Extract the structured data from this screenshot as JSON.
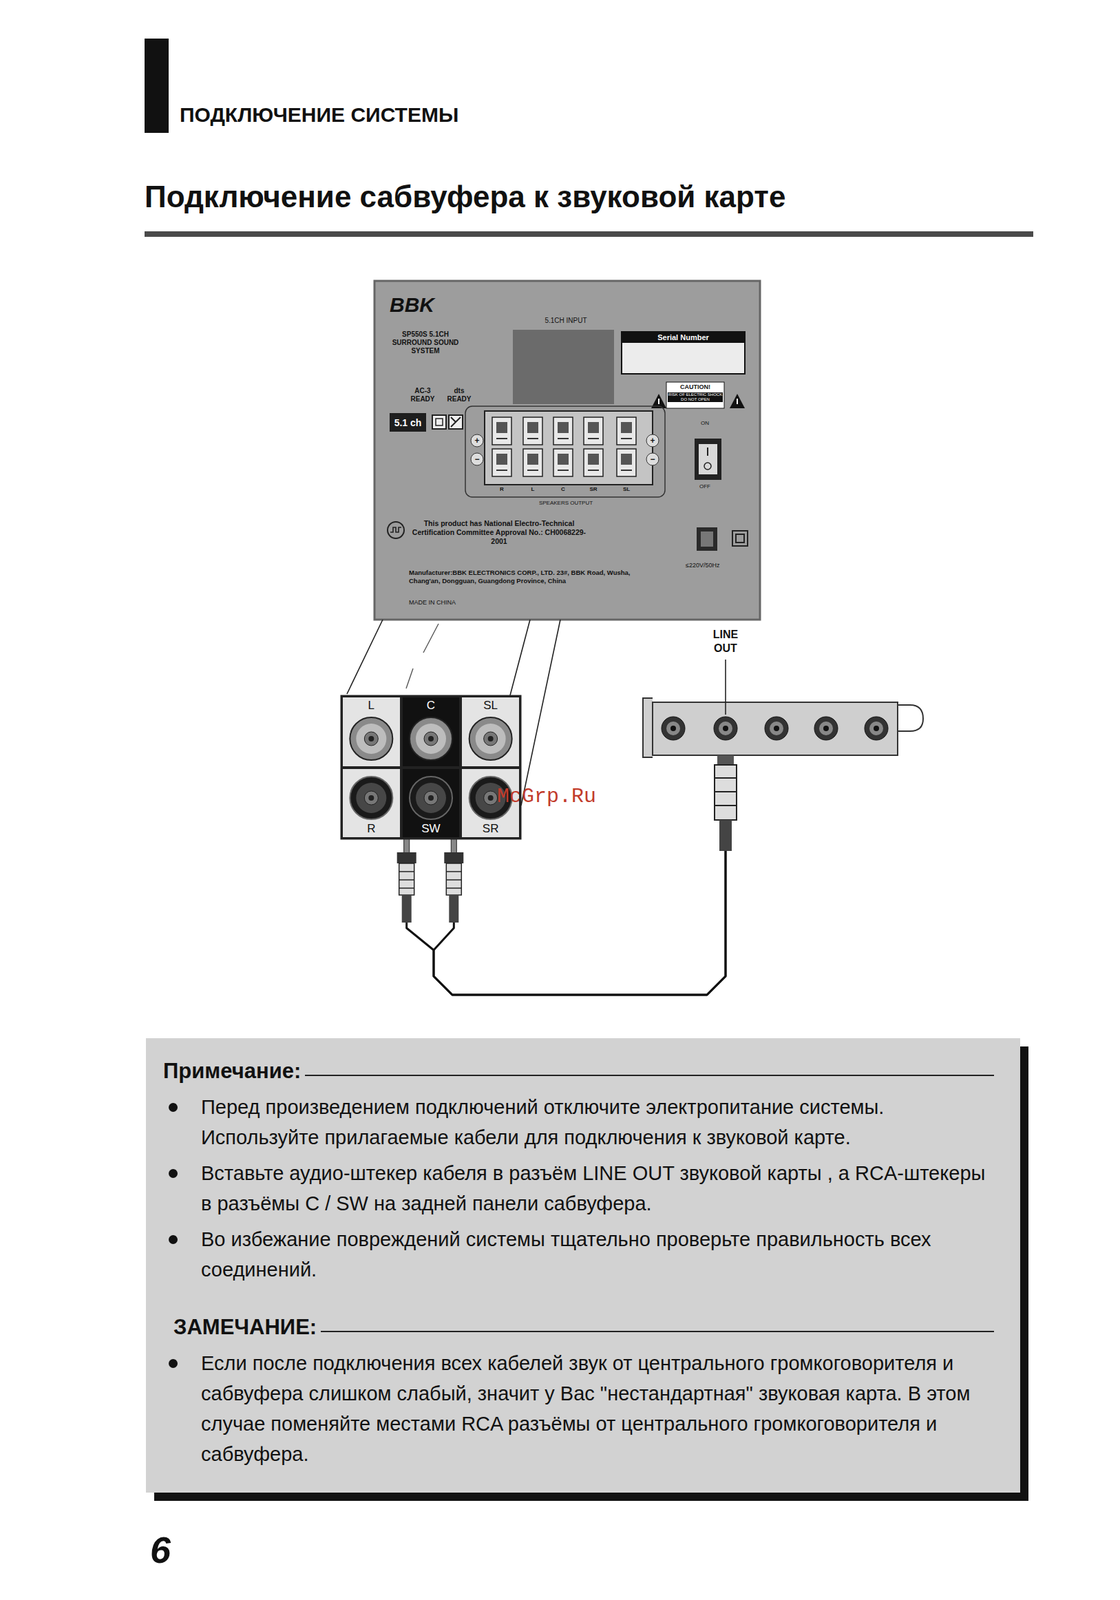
{
  "diagram": {
    "title": "Подключение сабвуфера к звуковой карте",
    "nodes": [
      {
        "text": [
          "BBK",
          "SP550S 5.1CH SURROUND SOUND SYSTEM",
          "5.1CH INPUT",
          "AC-3 READY",
          "dts READY",
          "5.1 ch",
          "CAUTION!",
          "RISK OF ELECTRIC SHOCK DO NOT OPEN",
          "ON",
          "OFF",
          "+",
          "−",
          "+",
          "−",
          "R",
          "L",
          "C",
          "SR",
          "SL",
          "SPEAKERS OUTPUT",
          "This product has National Electro-Technical Certification Committee Approval No.: CH0068229-2001",
          "Manufacturer:BBK ELECTRONICS CORP., LTD. 23#, BBK Road, Wusha, Chang'an, Dongguan, Guangdong Province, China",
          "MADE IN CHINA",
          "≤220V/50Hz"
        ]
      },
      {
        "text": [
          "Serial Number"
        ],
        "in": 0
      },
      {
        "text": [
          "L"
        ]
      },
      {
        "text": [
          "C"
        ]
      },
      {
        "text": [
          "SL"
        ]
      },
      {
        "text": [
          "R"
        ]
      },
      {
        "text": [
          "SW"
        ]
      },
      {
        "text": [
          "SR"
        ]
      },
      {
        "text": [
          "LINE OUT"
        ]
      },
      {
        "text": [
          "Примечание:",
          "Перед произведением подключений отключите электропитание системы. Используйте прилагаемые кабели для подключения к звуковой карте.",
          "Вставьте аудио-штекер кабеля в разъём LINE OUT звуковой карты , а RCA-штекеры в разъёмы C / SW на задней панели сабвуфера.",
          "Во избежание повреждений системы тщательно проверьте правильность всех соединений.",
          "ЗАМЕЧАНИЕ:",
          "Если после подключения всех кабелей звук от центрального громкоговорителя и сабвуфера слишком слабый, значит у Вас \"нестандартная\" звуковая карта. В этом случае поменяйте местами RCA разъёмы от центрального громкоговорителя и сабвуфера."
        ]
      }
    ],
    "edges": [
      {
        "from": 8,
        "to": 3,
        "arrow": "none"
      },
      {
        "from": 8,
        "to": 6,
        "arrow": "none"
      }
    ],
    "labels": [
      "ПОДКЛЮЧЕНИЕ СИСТЕМЫ",
      "McGrp.Ru",
      "6"
    ]
  }
}
